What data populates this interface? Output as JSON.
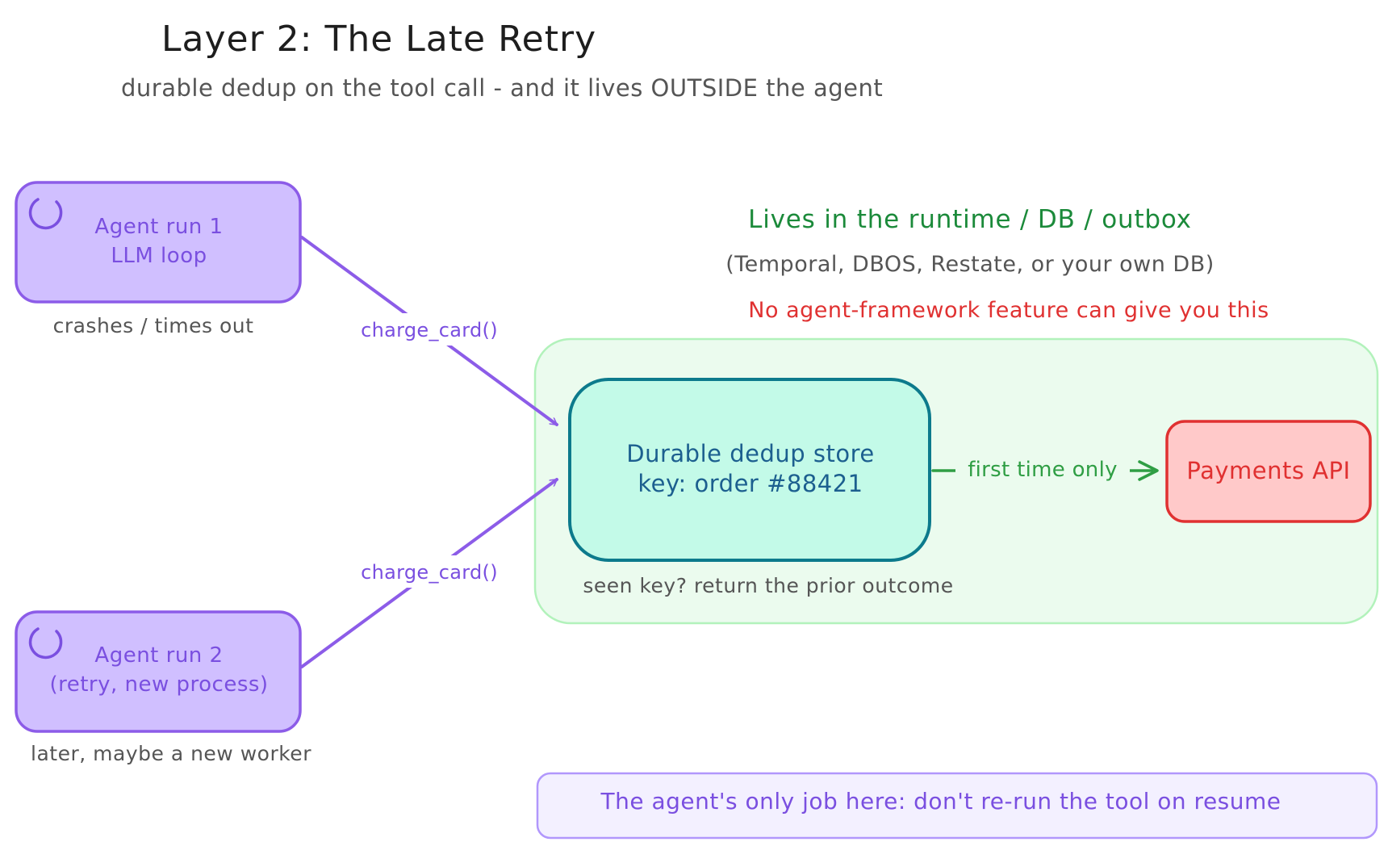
{
  "header": {
    "title": "Layer 2: The Late Retry",
    "subtitle": "durable dedup on the tool call - and it lives OUTSIDE the agent"
  },
  "agent_run_1": {
    "line1": "Agent run 1",
    "line2": "LLM loop",
    "note": "crashes / times out",
    "icon": "spinner-icon"
  },
  "agent_run_2": {
    "line1": "Agent run 2",
    "line2": "(retry, new process)",
    "note": "later, maybe a new worker",
    "icon": "spinner-icon"
  },
  "edges": {
    "call_1": "charge_card()",
    "call_2": "charge_card()",
    "first_time": "first time only"
  },
  "runtime": {
    "heading": "Lives in the runtime / DB / outbox",
    "examples": "(Temporal, DBOS, Restate, or your own DB)",
    "warning": "No agent-framework feature can give you this"
  },
  "dedup_store": {
    "line1": "Durable dedup store",
    "line2": "key: order #88421",
    "note": "seen key? return the prior outcome"
  },
  "payments_api": {
    "label": "Payments API"
  },
  "footer": {
    "message": "The agent's only job here: don't re-run the tool on resume"
  },
  "colors": {
    "agent_fill": "#d0bfff",
    "agent_stroke": "#8c5ce8",
    "agent_text": "#7a4fe0",
    "region_fill": "#ebfbee",
    "region_stroke": "#b2f2bb",
    "store_fill": "#c3fae8",
    "store_stroke": "#0c7a8c",
    "store_text": "#1c5f8f",
    "api_fill": "#ffc9c9",
    "api_stroke": "#e03131",
    "api_text": "#e03131",
    "green_text": "#2f9e44",
    "green_dark": "#1b8a3a",
    "red_text": "#e03131",
    "gray_text": "#555555",
    "footer_fill": "#f3f0ff",
    "footer_stroke": "#b197fc"
  }
}
